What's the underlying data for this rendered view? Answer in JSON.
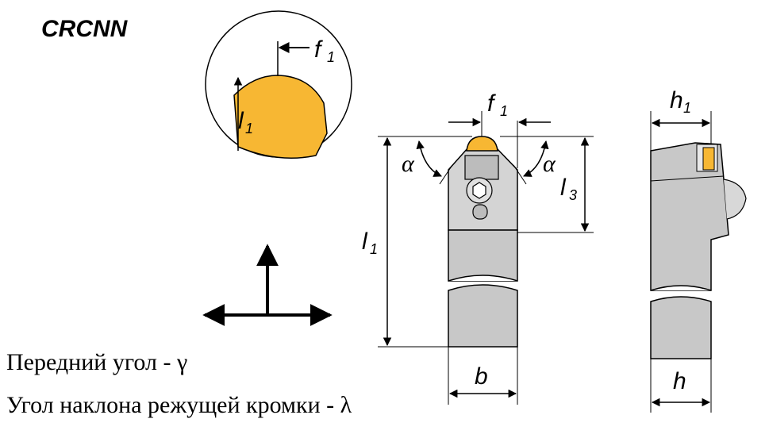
{
  "title": "CRCNN",
  "labels": {
    "f1": "f",
    "l1": "l",
    "l3": "l",
    "h1": "h",
    "h": "h",
    "b": "b",
    "sub1": "1",
    "sub3": "3",
    "alpha": "α"
  },
  "captions": {
    "rake_angle": "Передний угол - γ",
    "inclination_angle": "Угол наклона режущей кромки - λ"
  },
  "colors": {
    "insert": "#f7b733",
    "body_gray": "#c8c8c8",
    "outline": "#000000"
  }
}
